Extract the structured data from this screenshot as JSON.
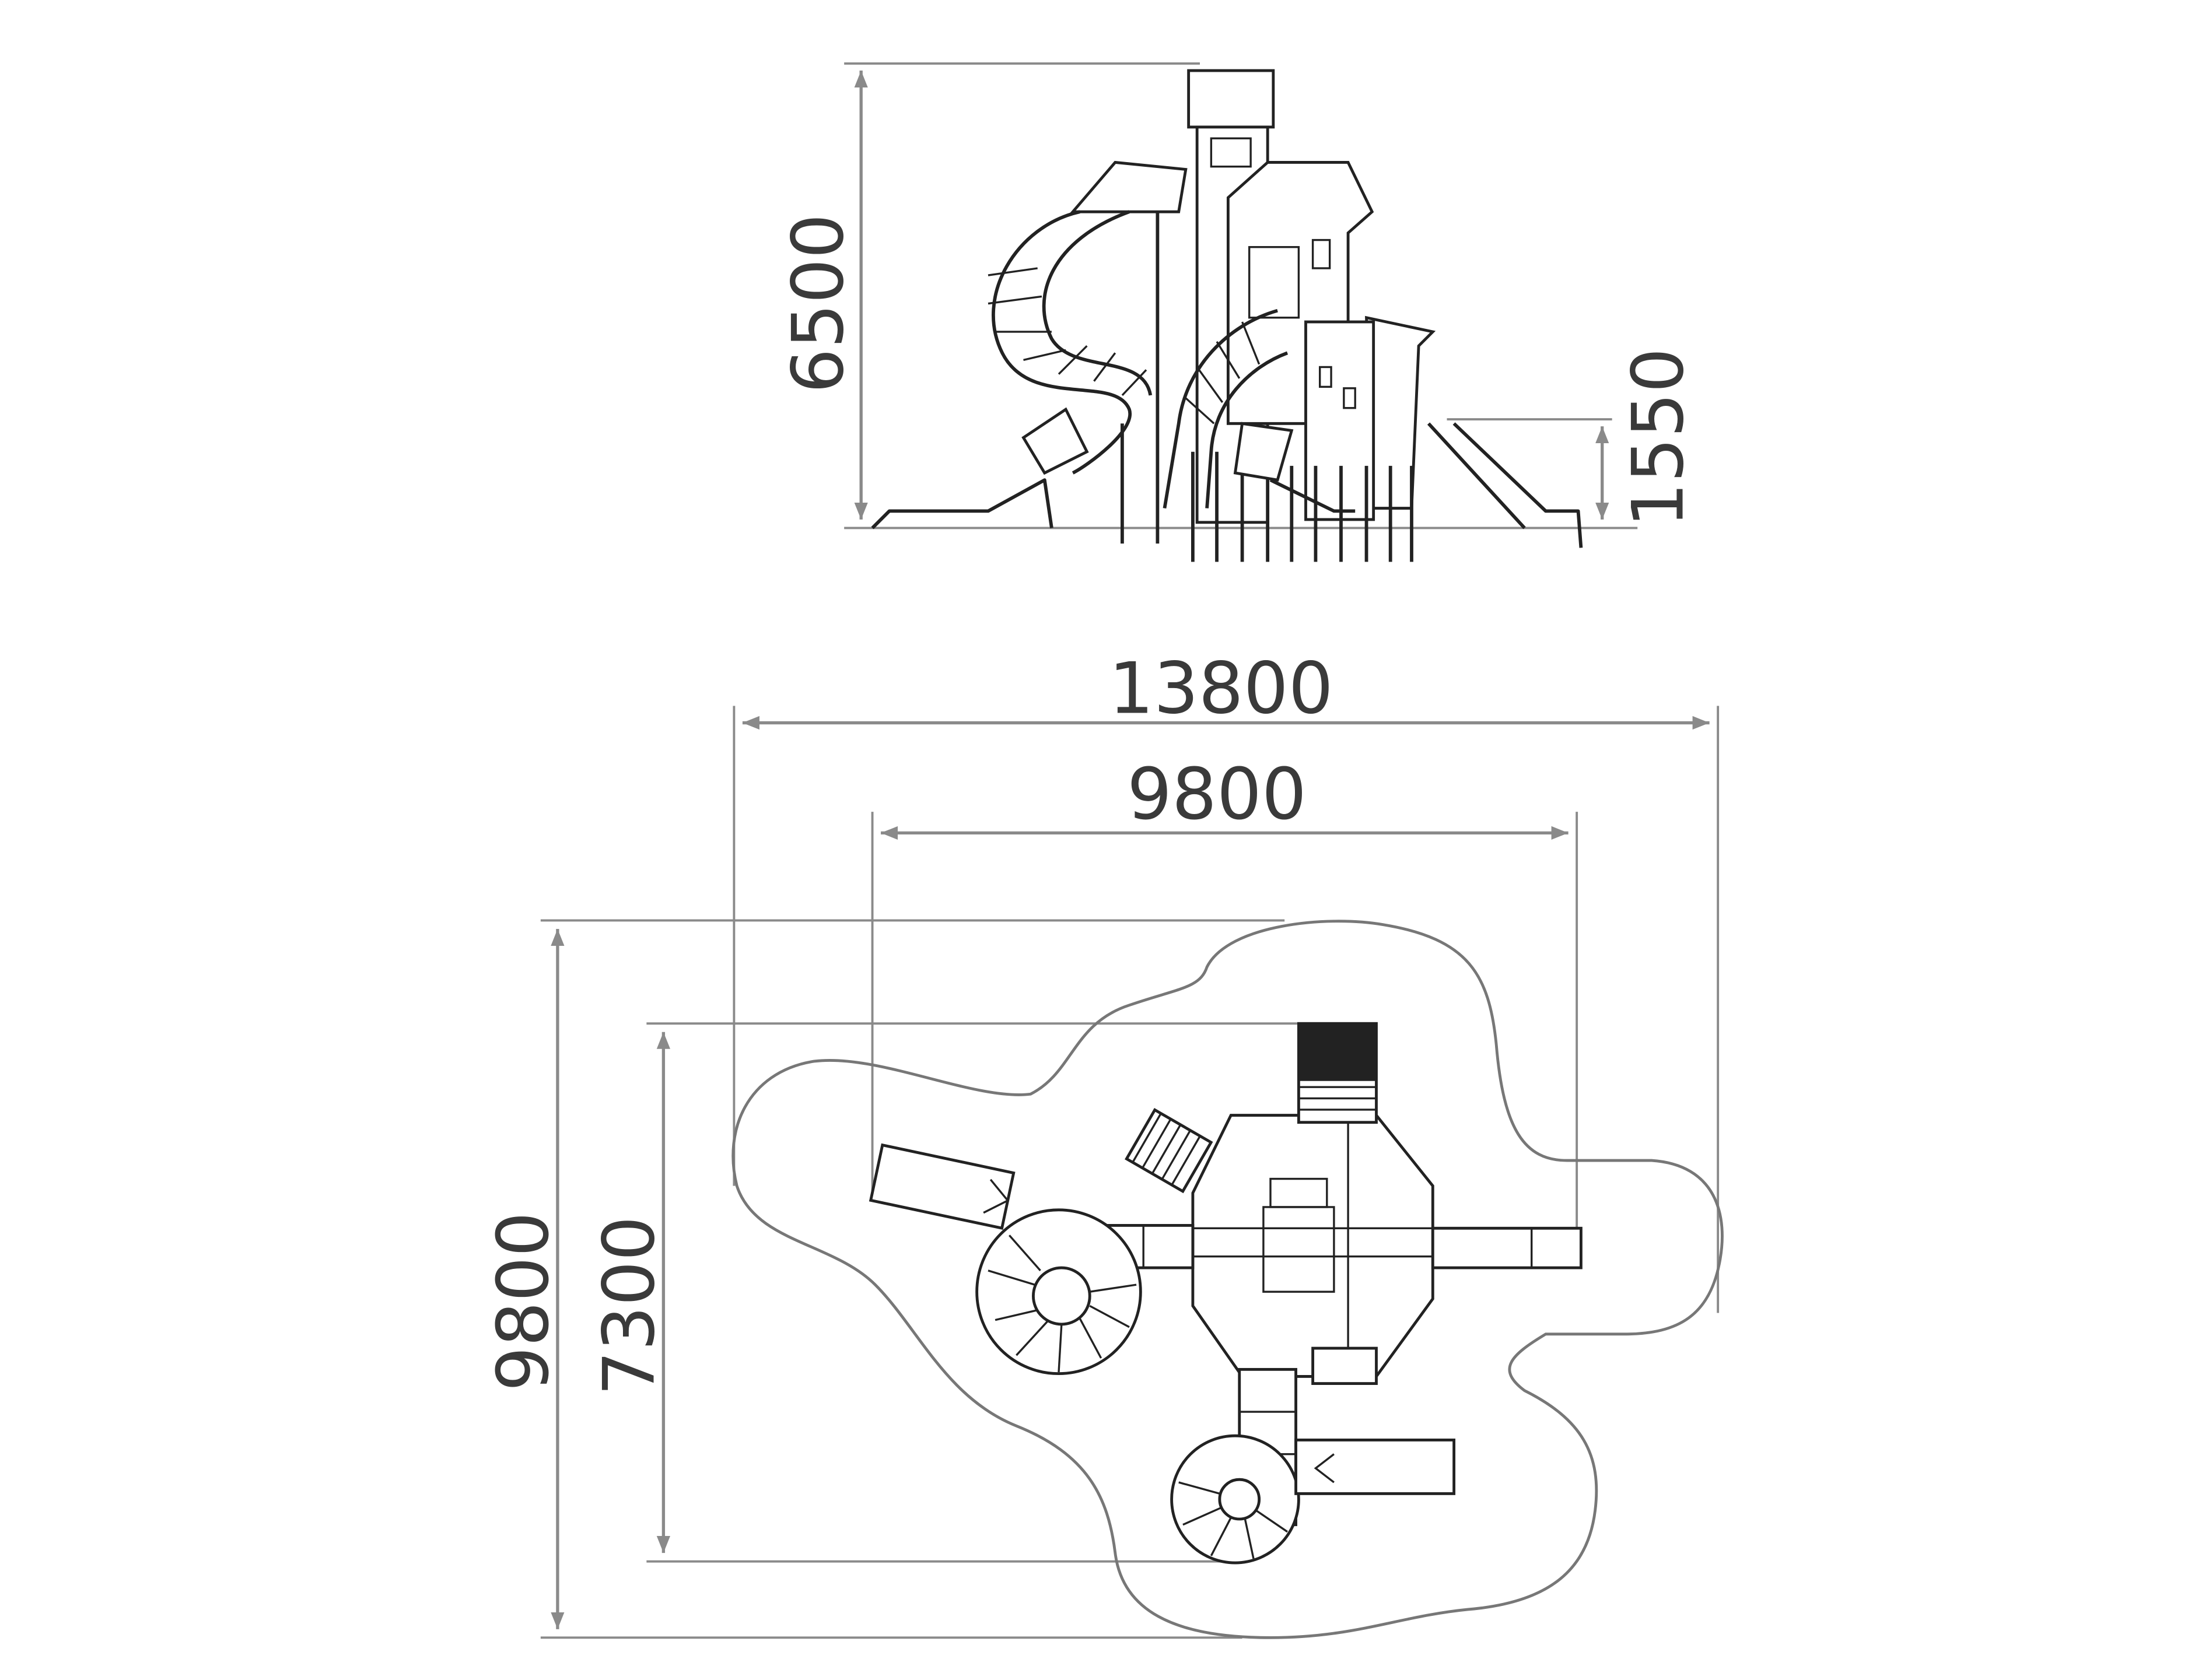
{
  "elevation": {
    "height_label": "6500",
    "platform_height_label": "1550"
  },
  "plan": {
    "overall_width_label": "13800",
    "equipment_width_label": "9800",
    "overall_depth_label": "9800",
    "equipment_depth_label": "7300"
  },
  "colors": {
    "dimension": "#8a8a8a",
    "ink": "#222222"
  }
}
